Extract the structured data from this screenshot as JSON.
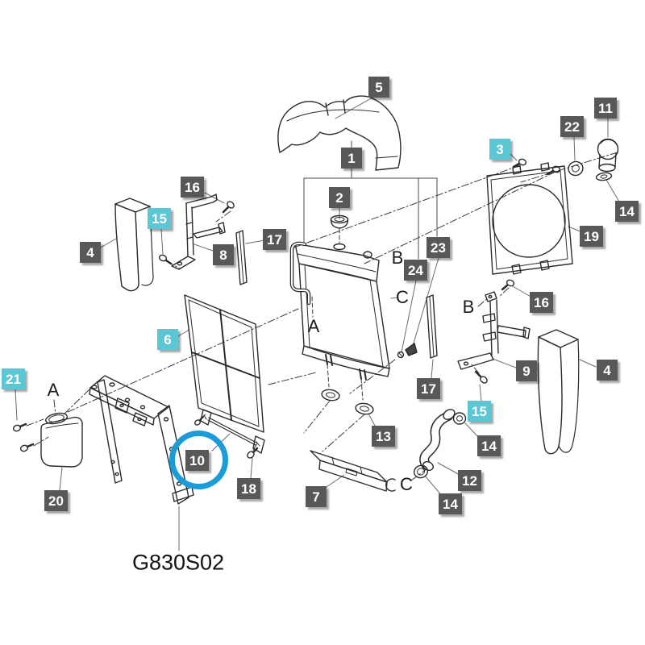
{
  "diagram": {
    "drawing_code": "G830S02",
    "colors": {
      "callout_dark": "#58585A",
      "callout_highlight": "#5BC6D4",
      "selection_ring": "#1B9CD8",
      "line": "#2B2B2B"
    },
    "callouts": {
      "c1": "1",
      "c2": "2",
      "c3": "3",
      "c4a": "4",
      "c4b": "4",
      "c5": "5",
      "c6": "6",
      "c7": "7",
      "c8": "8",
      "c9": "9",
      "c10": "10",
      "c11": "11",
      "c12": "12",
      "c13": "13",
      "c14a": "14",
      "c14b": "14",
      "c14c": "14",
      "c15a": "15",
      "c15b": "15",
      "c16a": "16",
      "c16b": "16",
      "c17a": "17",
      "c17b": "17",
      "c18": "18",
      "c19": "19",
      "c20": "20",
      "c21": "21",
      "c22": "22",
      "c23": "23",
      "c24": "24"
    },
    "reference_letters": {
      "a1": "A",
      "a2": "A",
      "b1": "B",
      "b2": "B",
      "c1": "C",
      "c2": "C"
    }
  }
}
